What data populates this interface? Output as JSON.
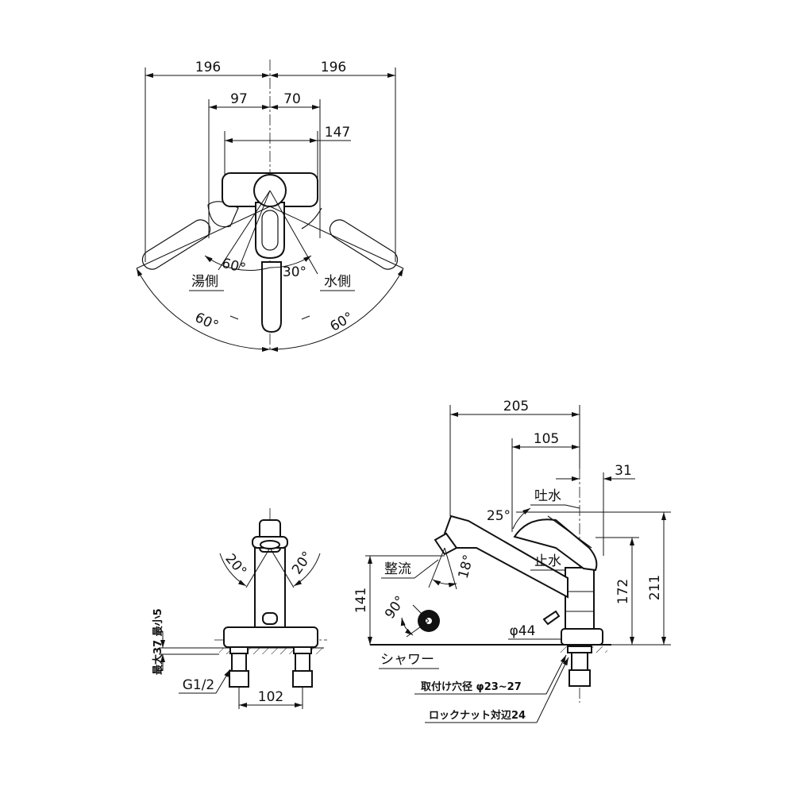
{
  "top_view": {
    "dim_total_left": "196",
    "dim_total_right": "196",
    "dim_left": "97",
    "dim_right": "70",
    "dim_handle": "147",
    "angle_hot_lever": "60°",
    "angle_cold_lever": "30°",
    "label_hot_side": "湯側",
    "label_cold_side": "水側",
    "angle_spout_left": "60°",
    "angle_spout_right": "60°"
  },
  "front_view": {
    "angle_left": "20°",
    "angle_right": "20°",
    "counter_thickness": "最大37 最小5",
    "thread": "G1/2",
    "pitch": "102"
  },
  "side_view": {
    "dim_reach": "205",
    "dim_handle_reach": "105",
    "dim_handle_offset": "31",
    "label_spout": "吐水",
    "label_stop": "止水",
    "angle_lever": "25°",
    "label_aerated": "整流",
    "angle_head": "18°",
    "angle_switch": "90°",
    "dim_spout_height": "141",
    "dim_lever_height": "172",
    "dim_total_height": "211",
    "base_diameter": "φ44",
    "label_shower": "シャワー",
    "mount_hole": "取付け穴径 φ23~27",
    "locknut": "ロックナット対辺24"
  }
}
